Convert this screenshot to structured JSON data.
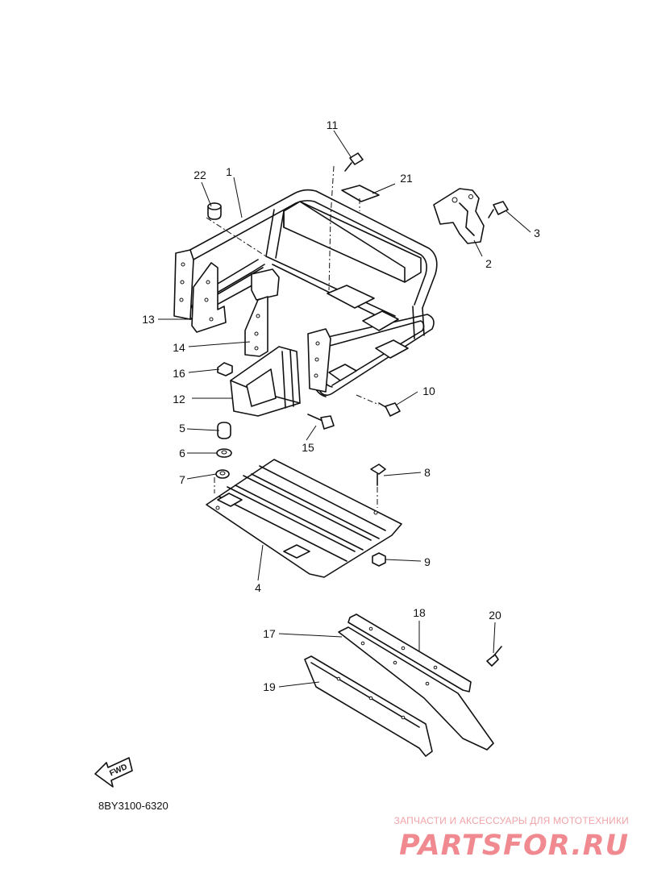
{
  "diagram": {
    "callouts": [
      "1",
      "2",
      "3",
      "4",
      "5",
      "6",
      "7",
      "8",
      "9",
      "10",
      "11",
      "12",
      "13",
      "14",
      "15",
      "16",
      "17",
      "18",
      "19",
      "20",
      "21",
      "22"
    ],
    "fwd_label": "FWD",
    "diagram_code": "8BY3100-6320"
  },
  "watermark": {
    "tagline": "ЗАПЧАСТИ И АКСЕССУАРЫ ДЛЯ МОТОТЕХНИКИ",
    "logo_text": "PARTSFOR.RU",
    "color": "#f08a90"
  }
}
